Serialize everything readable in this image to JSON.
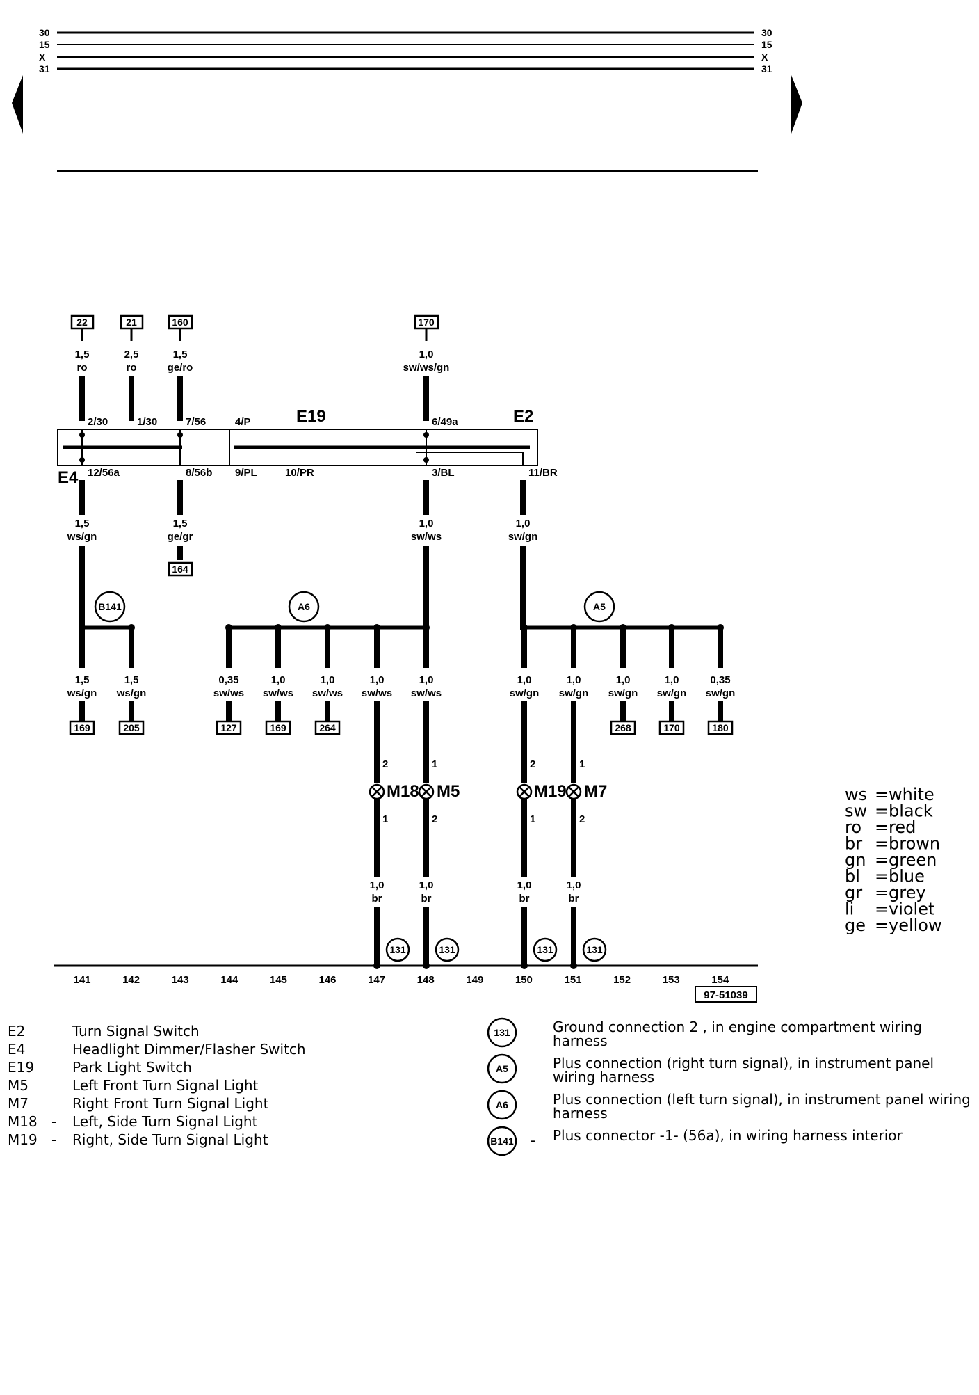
{
  "rails": {
    "labels": [
      "30",
      "15",
      "X",
      "31"
    ]
  },
  "diagram_id": "97-51039",
  "components": {
    "E19": "E19",
    "E2": "E2",
    "E4": "E4",
    "M18": "M18",
    "M5": "M5",
    "M19": "M19",
    "M7": "M7"
  },
  "top_refs": [
    {
      "ref": "22",
      "size": "1,5",
      "color": "ro",
      "pin": "2/30"
    },
    {
      "ref": "21",
      "size": "2,5",
      "color": "ro",
      "pin": "1/30"
    },
    {
      "ref": "160",
      "size": "1,5",
      "color": "ge/ro",
      "pin": "7/56"
    },
    {
      "ref": "170",
      "size": "1,0",
      "color": "sw/ws/gn",
      "pin": "6/49a"
    }
  ],
  "switch_pins": {
    "p4": "4/P",
    "p12": "12/56a",
    "p8": "8/56b",
    "p9": "9/PL",
    "p10": "10/PR",
    "p3": "3/BL",
    "p11": "11/BR"
  },
  "mid_wires": [
    {
      "size": "1,5",
      "color": "ws/gn"
    },
    {
      "size": "1,5",
      "color": "ge/gr",
      "ref": "164"
    },
    {
      "size": "1,0",
      "color": "sw/ws"
    },
    {
      "size": "1,0",
      "color": "sw/gn"
    }
  ],
  "connectors": {
    "b141": "B141",
    "a6": "A6",
    "a5": "A5",
    "g131": "131"
  },
  "branches": [
    {
      "size": "1,5",
      "color": "ws/gn",
      "ref": "169"
    },
    {
      "size": "1,5",
      "color": "ws/gn",
      "ref": "205"
    },
    {
      "size": "0,35",
      "color": "sw/ws",
      "ref": "127"
    },
    {
      "size": "1,0",
      "color": "sw/ws",
      "ref": "169"
    },
    {
      "size": "1,0",
      "color": "sw/ws",
      "ref": "264"
    },
    {
      "size": "1,0",
      "color": "sw/ws",
      "ref": ""
    },
    {
      "size": "1,0",
      "color": "sw/ws",
      "ref": ""
    },
    {
      "size": "1,0",
      "color": "sw/gn",
      "ref": ""
    },
    {
      "size": "1,0",
      "color": "sw/gn",
      "ref": ""
    },
    {
      "size": "1,0",
      "color": "sw/gn",
      "ref": "268"
    },
    {
      "size": "1,0",
      "color": "sw/gn",
      "ref": "170"
    },
    {
      "size": "0,35",
      "color": "sw/gn",
      "ref": "180"
    }
  ],
  "lamp_pins": {
    "m18_top": "2",
    "m18_bot": "1",
    "m5_top": "1",
    "m5_bot": "2",
    "m19_top": "2",
    "m19_bot": "1",
    "m7_top": "1",
    "m7_bot": "2"
  },
  "ground_wires": [
    {
      "size": "1,0",
      "color": "br"
    },
    {
      "size": "1,0",
      "color": "br"
    },
    {
      "size": "1,0",
      "color": "br"
    },
    {
      "size": "1,0",
      "color": "br"
    }
  ],
  "grid_numbers": [
    "141",
    "142",
    "143",
    "144",
    "145",
    "146",
    "147",
    "148",
    "149",
    "150",
    "151",
    "152",
    "153",
    "154"
  ],
  "color_key": [
    {
      "code": "ws",
      "name": "white"
    },
    {
      "code": "sw",
      "name": "black"
    },
    {
      "code": "ro",
      "name": "red"
    },
    {
      "code": "br",
      "name": "brown"
    },
    {
      "code": "gn",
      "name": "green"
    },
    {
      "code": "bl",
      "name": "blue"
    },
    {
      "code": "gr",
      "name": "grey"
    },
    {
      "code": "li",
      "name": "violet"
    },
    {
      "code": "ge",
      "name": "yellow"
    }
  ],
  "legend_left": [
    {
      "code": "E2",
      "dash": "",
      "desc": "Turn Signal Switch"
    },
    {
      "code": "E4",
      "dash": "",
      "desc": "Headlight Dimmer/Flasher Switch"
    },
    {
      "code": "E19",
      "dash": "",
      "desc": "Park Light Switch"
    },
    {
      "code": "M5",
      "dash": "",
      "desc": "Left Front Turn Signal Light"
    },
    {
      "code": "M7",
      "dash": "",
      "desc": "Right Front Turn Signal Light"
    },
    {
      "code": "M18",
      "dash": "-",
      "desc": "Left, Side Turn Signal Light"
    },
    {
      "code": "M19",
      "dash": "-",
      "desc": "Right, Side Turn Signal Light"
    }
  ],
  "legend_right": [
    {
      "symbol": "131",
      "dash": "",
      "line1": "Ground connection 2 , in engine compartment wiring",
      "line2": "harness"
    },
    {
      "symbol": "A5",
      "dash": "",
      "line1": "Plus connection (right turn signal), in instrument panel",
      "line2": "wiring harness"
    },
    {
      "symbol": "A6",
      "dash": "",
      "line1": "Plus connection (left turn signal), in instrument panel wiring",
      "line2": "harness"
    },
    {
      "symbol": "B141",
      "dash": "-",
      "line1": "Plus connector -1- (56a), in wiring harness interior",
      "line2": ""
    }
  ]
}
